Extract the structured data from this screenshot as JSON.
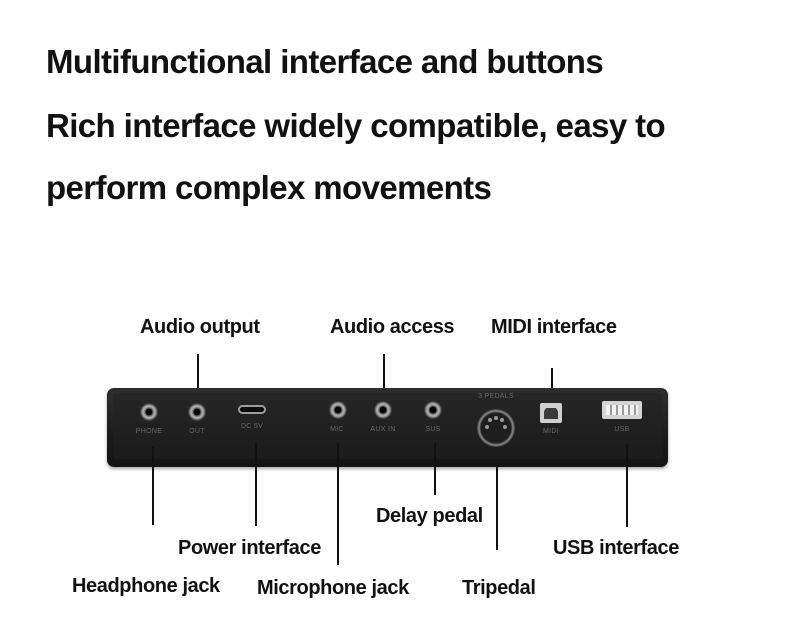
{
  "headings": {
    "line1": "Multifunctional interface and buttons",
    "line2": "Rich interface widely compatible, easy to",
    "line3": "perform complex movements"
  },
  "labels": {
    "audio_output": "Audio output",
    "audio_access": "Audio access",
    "midi_interface": "MIDI interface",
    "delay_pedal": "Delay pedal",
    "power_interface": "Power interface",
    "usb_interface": "USB interface",
    "headphone_jack": "Headphone jack",
    "microphone_jack": "Microphone jack",
    "tripedal": "Tripedal"
  },
  "ports": {
    "phone": "PHONE",
    "out": "OUT",
    "dc": "DC 5V",
    "mic": "MIC",
    "aux": "AUX IN",
    "sus": "SUS",
    "pedals": "3 PEDALS",
    "midi": "MIDI",
    "usb": "USB"
  },
  "colors": {
    "text": "#111111",
    "panel": "#1f1f1f",
    "background": "#ffffff"
  },
  "icons": [
    "jack-icon",
    "usb-c-port-icon",
    "midi-din-port-icon",
    "usb-b-port-icon",
    "usb-a-port-icon"
  ]
}
